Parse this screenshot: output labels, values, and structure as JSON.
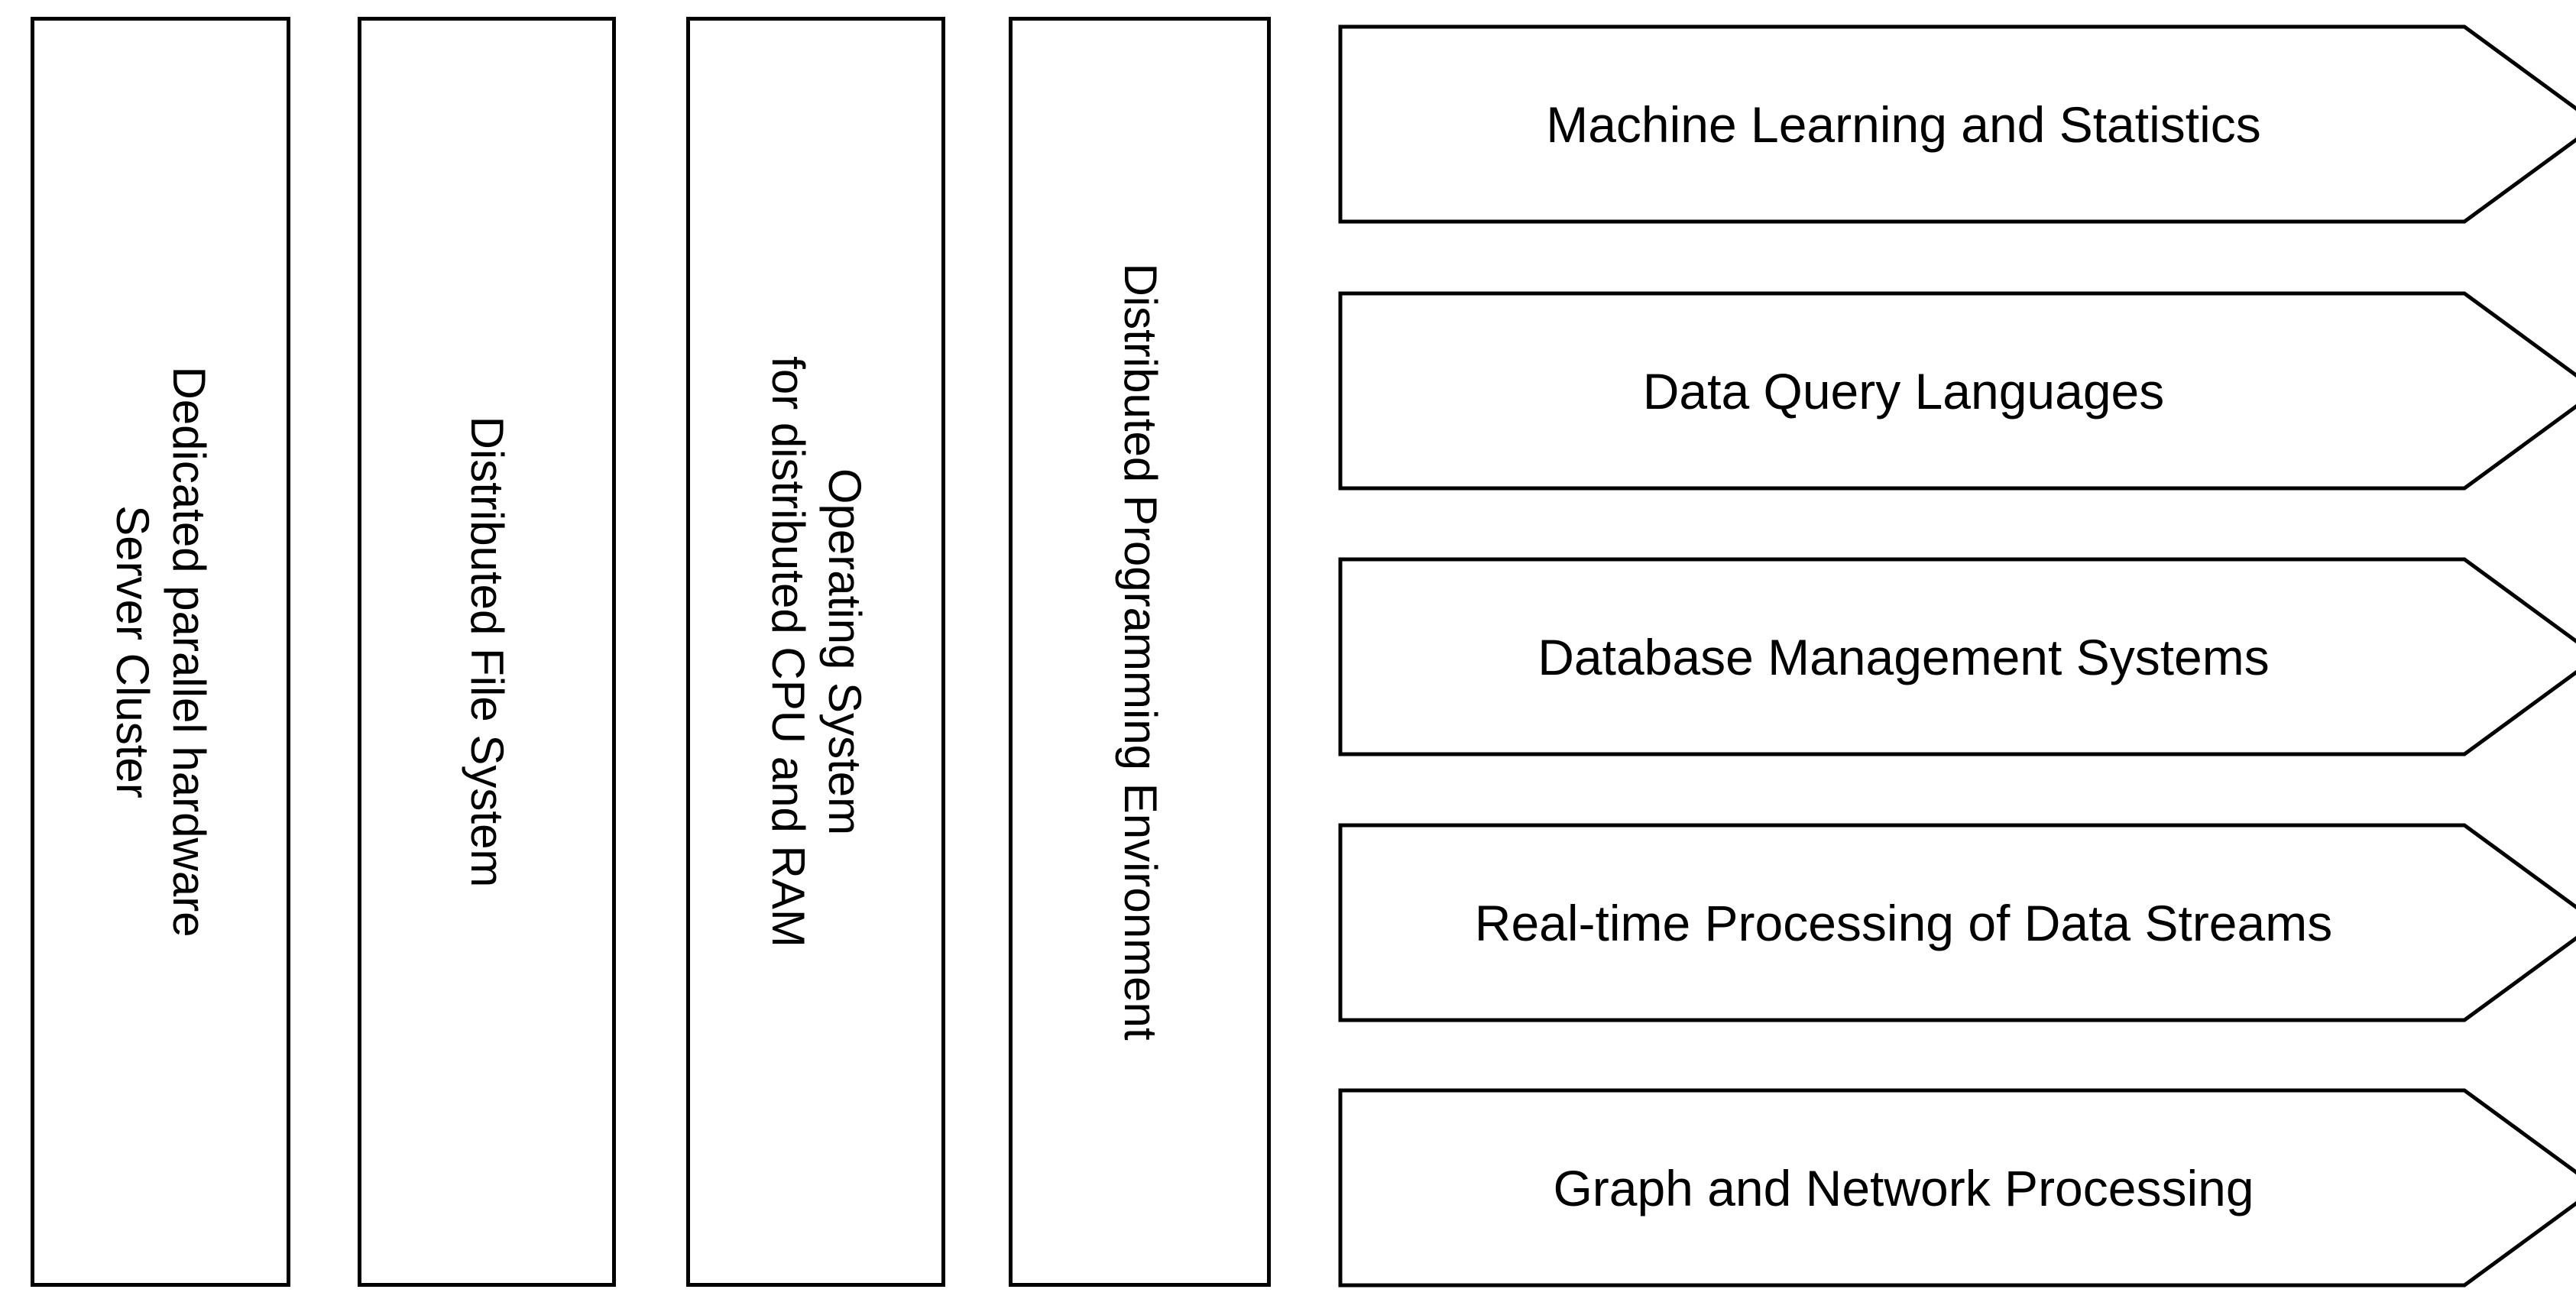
{
  "infrastructure_layers": [
    {
      "id": "hardware",
      "lines": [
        "Dedicated parallel hardware",
        "Server Cluster"
      ]
    },
    {
      "id": "file-system",
      "lines": [
        "Distributed File System"
      ]
    },
    {
      "id": "operating-system",
      "lines": [
        "Operating System",
        "for distributed CPU and RAM"
      ]
    },
    {
      "id": "programming-environment",
      "lines": [
        "Distributed Programming Environment"
      ]
    }
  ],
  "application_layers": [
    {
      "id": "machine-learning",
      "label": "Machine Learning and Statistics"
    },
    {
      "id": "data-query",
      "label": "Data Query Languages"
    },
    {
      "id": "dbms",
      "label": "Database Management Systems"
    },
    {
      "id": "real-time",
      "label": "Real-time Processing of Data Streams"
    },
    {
      "id": "graph",
      "label": "Graph and Network Processing"
    }
  ],
  "colors": {
    "stroke": "#000000",
    "fill": "#ffffff",
    "text": "#000000"
  }
}
